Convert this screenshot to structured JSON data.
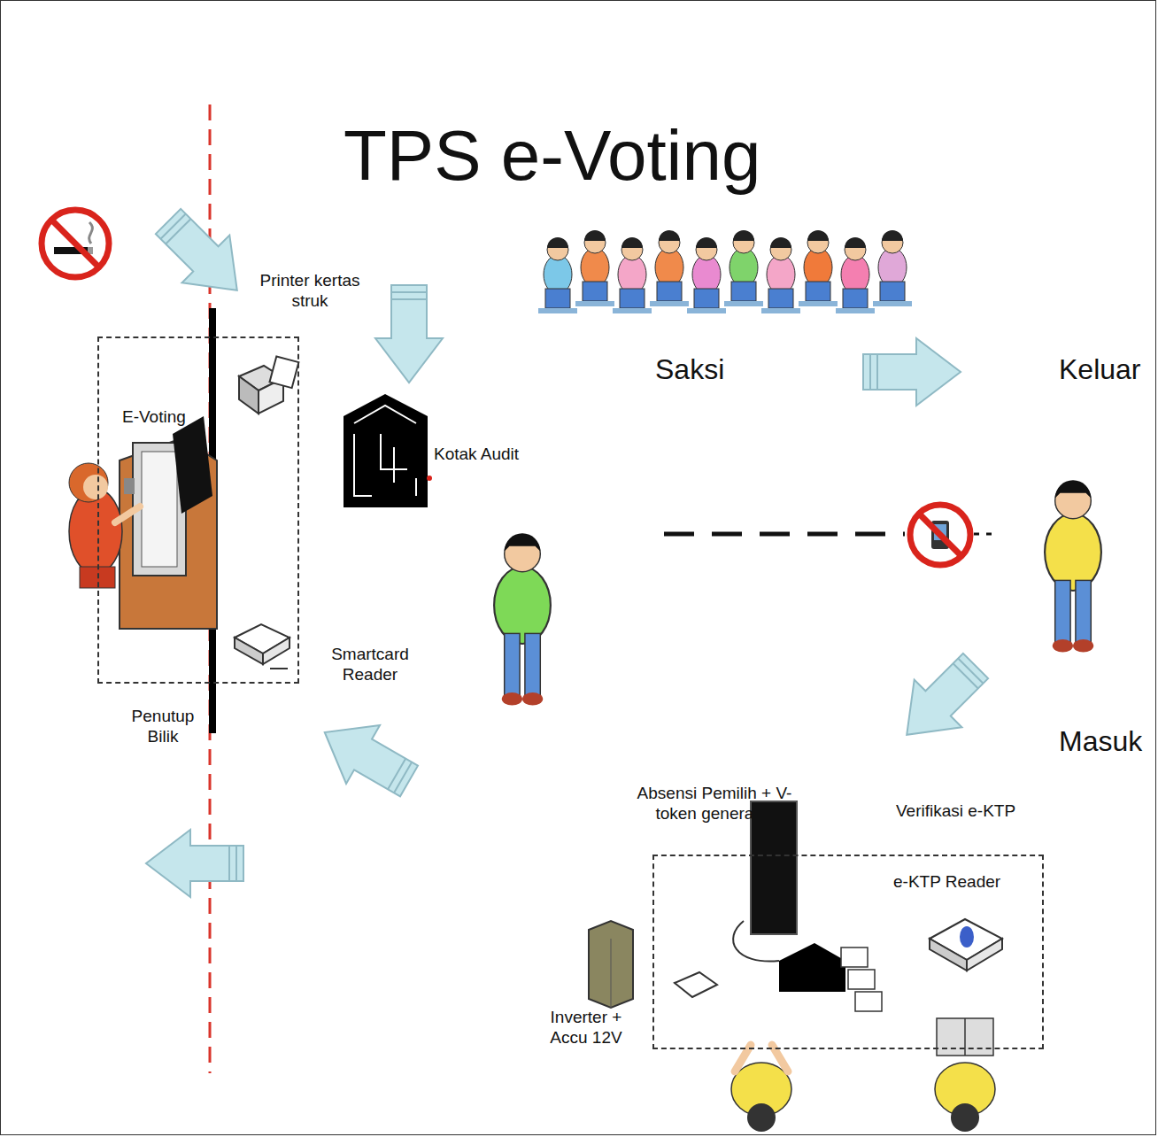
{
  "diagram": {
    "title": "TPS e-Voting",
    "nodes": [
      {
        "text": [
          "E-Voting"
        ]
      },
      {
        "text": [
          "Absensi Pemilih + V-token generator",
          "e-KTP Reader"
        ]
      }
    ],
    "edges": [],
    "labels": [
      "Printer kertas struk",
      "Kotak Audit",
      "Saksi",
      "Keluar",
      "Smartcard Reader",
      "Penutup Bilik",
      "Masuk",
      "Verifikasi e-KTP",
      "Inverter + Accu 12V"
    ]
  }
}
